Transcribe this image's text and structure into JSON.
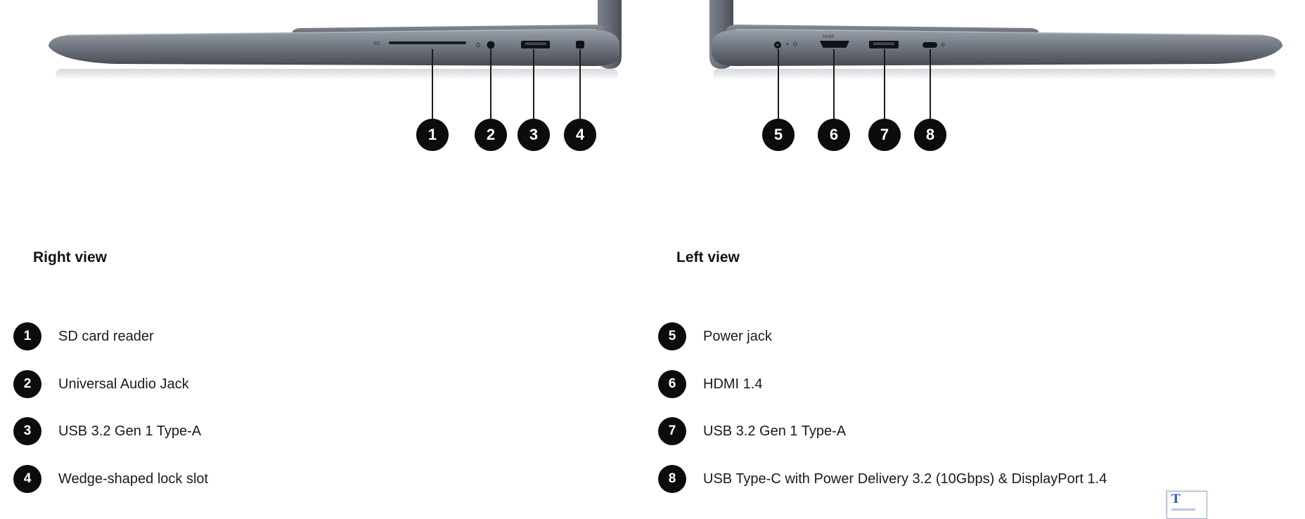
{
  "diagram": {
    "views": [
      {
        "id": "right",
        "heading": "Right view",
        "callouts": [
          {
            "number": "1",
            "label": "SD card reader"
          },
          {
            "number": "2",
            "label": "Universal Audio Jack"
          },
          {
            "number": "3",
            "label": "USB 3.2 Gen 1 Type-A"
          },
          {
            "number": "4",
            "label": "Wedge-shaped lock slot"
          }
        ]
      },
      {
        "id": "left",
        "heading": "Left view",
        "callouts": [
          {
            "number": "5",
            "label": "Power jack"
          },
          {
            "number": "6",
            "label": "HDMI 1.4"
          },
          {
            "number": "7",
            "label": "USB 3.2 Gen 1 Type-A"
          },
          {
            "number": "8",
            "label": "USB Type-C with Power Delivery 3.2 (10Gbps) & DisplayPort 1.4"
          }
        ]
      }
    ],
    "port_markings": {
      "sd_label": "SD",
      "hdmi_label": "HDMI"
    }
  },
  "colors": {
    "callout_bg": "#0c0c0c",
    "callout_text": "#ffffff",
    "leader_line": "#1b1b1b",
    "text": "#1a1a1a"
  },
  "corner_popup": {
    "text": "T"
  }
}
